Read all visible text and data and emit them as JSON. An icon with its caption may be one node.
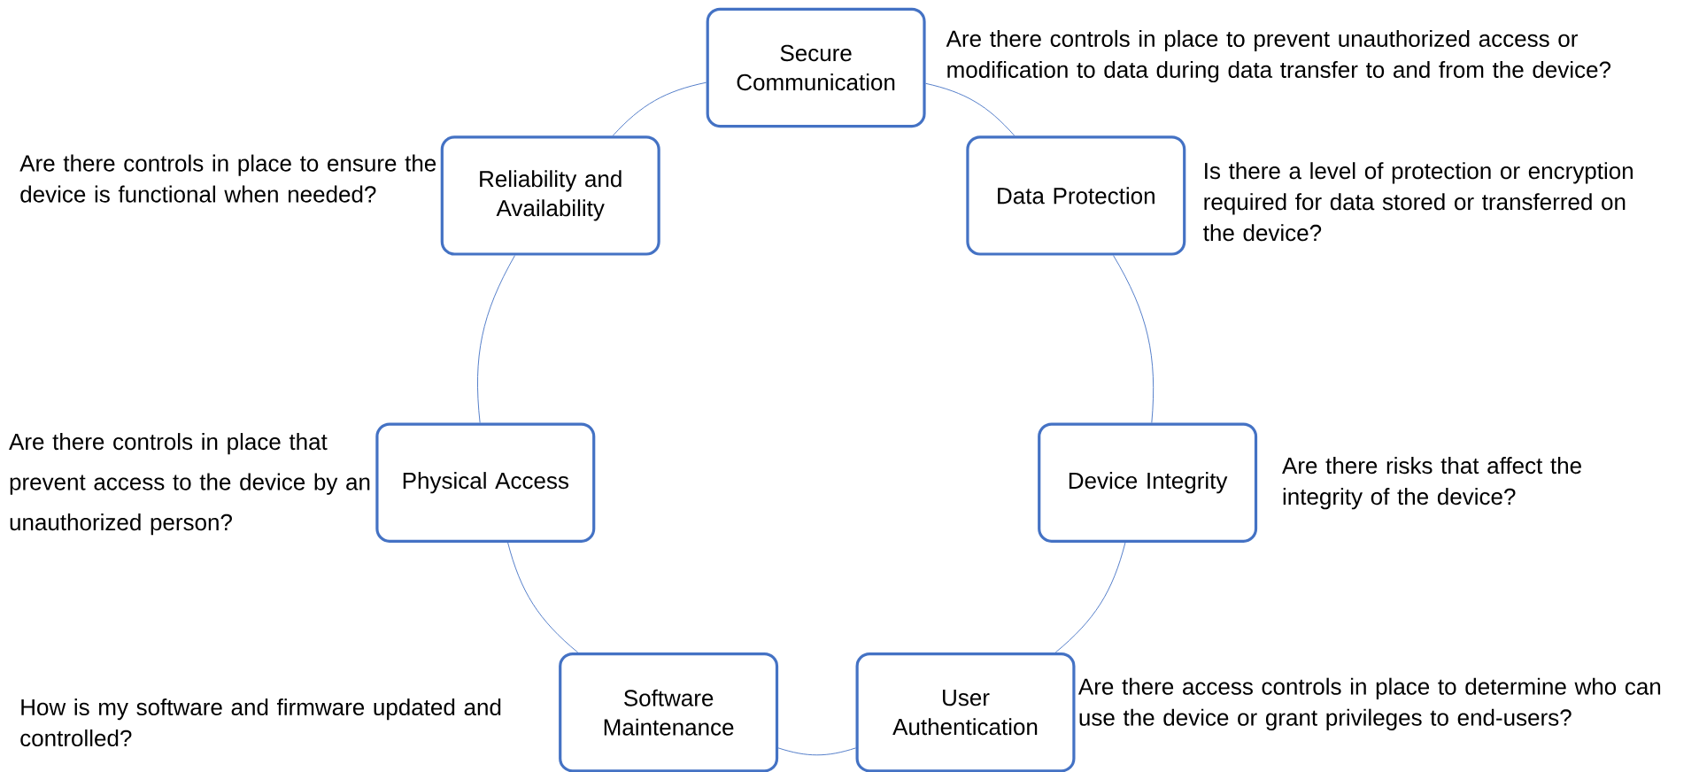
{
  "diagram": {
    "nodes": [
      {
        "text": [
          "Secure Communication"
        ],
        "beside": [
          "Are there controls in place to prevent unauthorized access or modification to data during data transfer to and from the device?"
        ]
      },
      {
        "text": [
          "Data Protection"
        ],
        "beside": [
          "Is there a level of protection or encryption required for data stored or transferred on the device?"
        ]
      },
      {
        "text": [
          "Device Integrity"
        ],
        "beside": [
          "Are there risks that affect the integrity of the device?"
        ]
      },
      {
        "text": [
          "User Authentication"
        ],
        "beside": [
          "Are there access controls in place to determine who can use the device or grant privileges to end-users?"
        ]
      },
      {
        "text": [
          "Software Maintenance"
        ]
      },
      {
        "text": [
          "Physical Access"
        ],
        "beside": [
          "Are there controls in place that prevent access to the device by an unauthorized person?"
        ]
      },
      {
        "text": [
          "Reliability and Availability"
        ],
        "beside": [
          "Are there controls in place to ensure the device is functional when needed?"
        ]
      }
    ],
    "edges": [
      {
        "from": 0,
        "to": 1,
        "arrow": "none"
      },
      {
        "from": 1,
        "to": 2,
        "arrow": "none"
      },
      {
        "from": 2,
        "to": 3,
        "arrow": "none"
      },
      {
        "from": 3,
        "to": 4,
        "arrow": "none"
      },
      {
        "from": 4,
        "to": 5,
        "arrow": "none"
      },
      {
        "from": 5,
        "to": 6,
        "arrow": "none"
      },
      {
        "from": 6,
        "to": 0,
        "arrow": "none"
      }
    ],
    "labels": [
      "How is my software and firmware updated and controlled?"
    ]
  }
}
